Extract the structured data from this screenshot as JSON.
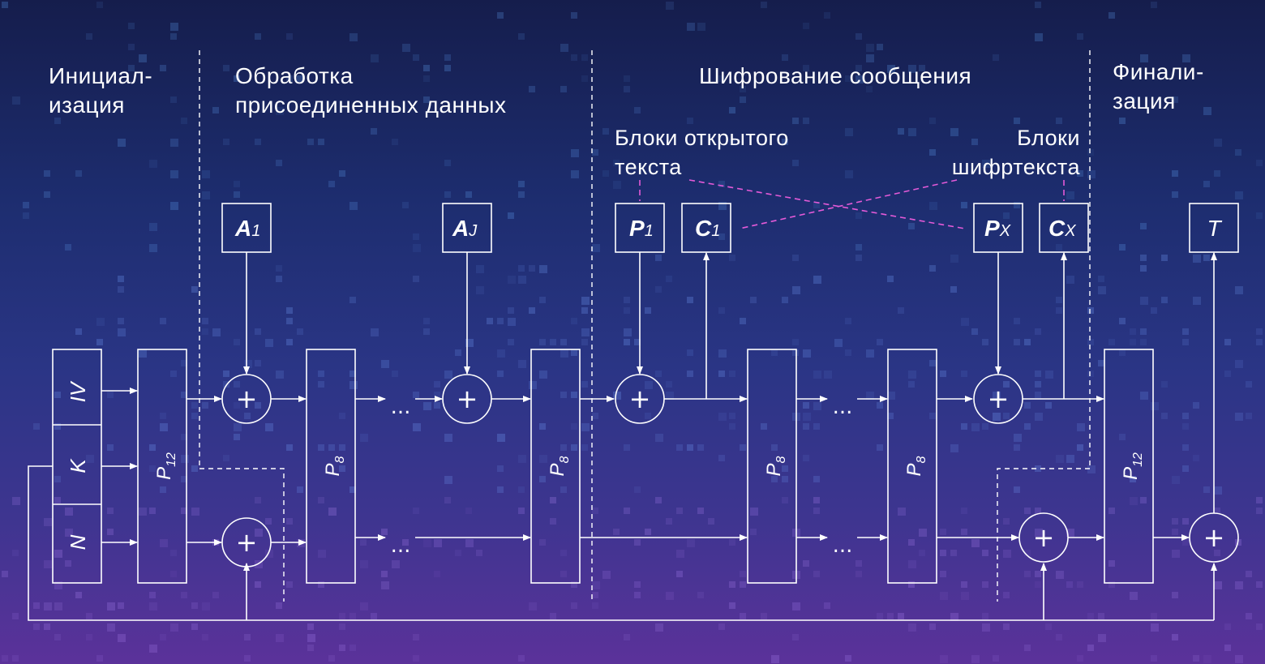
{
  "sections": {
    "init": "Инициал-\nизация",
    "assoc": "Обработка\nприсоединенных данных",
    "encrypt": "Шифрование сообщения",
    "final": "Финали-\nзация"
  },
  "annotations": {
    "plaintext_blocks": "Блоки открытого\nтекста",
    "ciphertext_blocks": "Блоки\nшифртекста"
  },
  "state": {
    "iv": "IV",
    "key": "K",
    "nonce": "N"
  },
  "permutations": {
    "p12_letter": "P",
    "p12_sub": "12",
    "p8_letter": "P",
    "p8_sub": "8"
  },
  "blocks": {
    "a1": {
      "letter": "A",
      "sub": "1"
    },
    "aj": {
      "letter": "A",
      "sub": "J"
    },
    "p1": {
      "letter": "P",
      "sub": "1"
    },
    "c1": {
      "letter": "C",
      "sub": "1"
    },
    "px": {
      "letter": "P",
      "sub": "X"
    },
    "cx": {
      "letter": "C",
      "sub": "X"
    },
    "tag": "T"
  },
  "xor_symbol": "+",
  "ellipsis": "...",
  "colors": {
    "line": "#ffffff",
    "crossover": "#e45ad8",
    "bg_top": "#151d4c",
    "bg_bottom": "#5b329a"
  }
}
